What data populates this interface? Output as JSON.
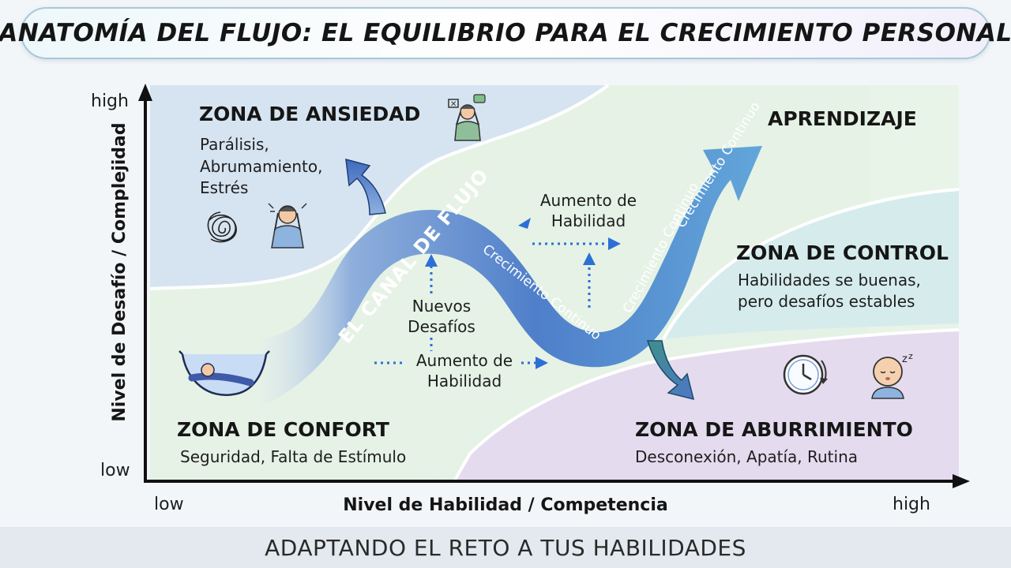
{
  "title": "ANATOMÍA DEL FLUJO: EL EQUILIBRIO PARA EL CRECIMIENTO PERSONAL",
  "footer": "ADAPTANDO EL RETO A TUS HABILIDADES",
  "axes": {
    "y_label": "Nivel de Desafío / Complejidad",
    "y_high": "high",
    "y_low": "low",
    "x_label": "Nivel de Habilidad / Competencia",
    "x_low": "low",
    "x_high": "high"
  },
  "zones": {
    "ansiedad": {
      "title": "ZONA DE ANSIEDAD",
      "lines": [
        "Parálisis,",
        "Abrumamiento,",
        "Estrés"
      ]
    },
    "aprendizaje": {
      "title": "APRENDIZAJE"
    },
    "control": {
      "title": "ZONA DE CONTROL",
      "lines": [
        "Habilidades se buenas,",
        "pero desafíos estables"
      ]
    },
    "confort": {
      "title": "ZONA DE CONFORT",
      "lines": [
        "Seguridad, Falta de Estímulo"
      ]
    },
    "aburrimiento": {
      "title": "ZONA DE ABURRIMIENTO",
      "lines": [
        "Desconexión, Apatía, Rutina"
      ]
    }
  },
  "flow": {
    "main_label": "EL CANAL DE FLUJO",
    "sub_label": "Crecimiento Continuo"
  },
  "annotations": {
    "nuevos_desafios": [
      "Nuevos",
      "Desafíos"
    ],
    "aumento_habilidad_low": [
      "Aumento de",
      "Habilidad"
    ],
    "aumento_habilidad_high": [
      "Aumento de",
      "Habilidad"
    ]
  },
  "icons": [
    "stressed-person-icon",
    "tangled-scribble-icon",
    "frustrated-person-icon",
    "relaxing-hammock-icon",
    "clock-icon",
    "sleeping-face-icon",
    "arrow-up-left-icon",
    "arrow-down-right-icon"
  ],
  "colors": {
    "anxiety_zone": "#d5e3f1",
    "flow_zone": "#dff0e2",
    "control_zone": "#d7ecec",
    "boredom_zone": "#e6dcef",
    "channel_start": "#a9c4e8",
    "channel_end": "#3f6fc0",
    "dotted_arrow": "#2c6fd6"
  }
}
